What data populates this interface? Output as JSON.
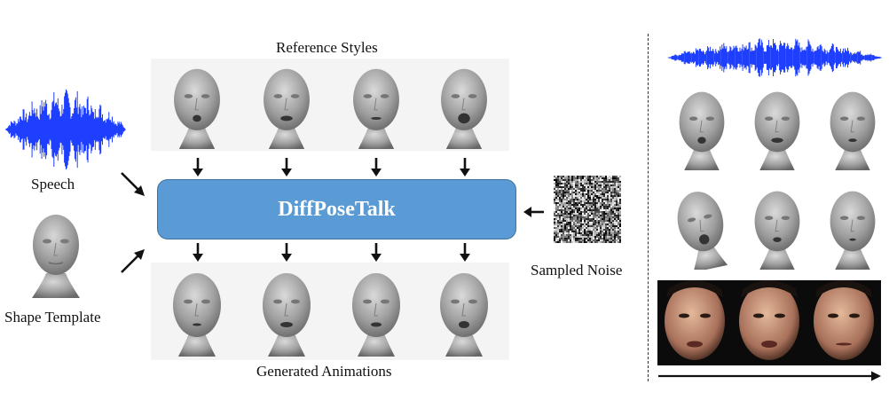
{
  "labels": {
    "reference_styles": "Reference Styles",
    "speech": "Speech",
    "shape_template": "Shape Template",
    "model_name": "DiffPoseTalk",
    "sampled_noise": "Sampled Noise",
    "generated_animations": "Generated Animations"
  },
  "colors": {
    "model_box_fill": "#5b9bd5",
    "model_box_border": "#41719c",
    "waveform": "#1f3fff",
    "head_gray": "#9a9a9a"
  },
  "icons": [
    "speech-waveform-icon",
    "head-mesh-icon",
    "noise-image-icon",
    "arrow-icon"
  ]
}
